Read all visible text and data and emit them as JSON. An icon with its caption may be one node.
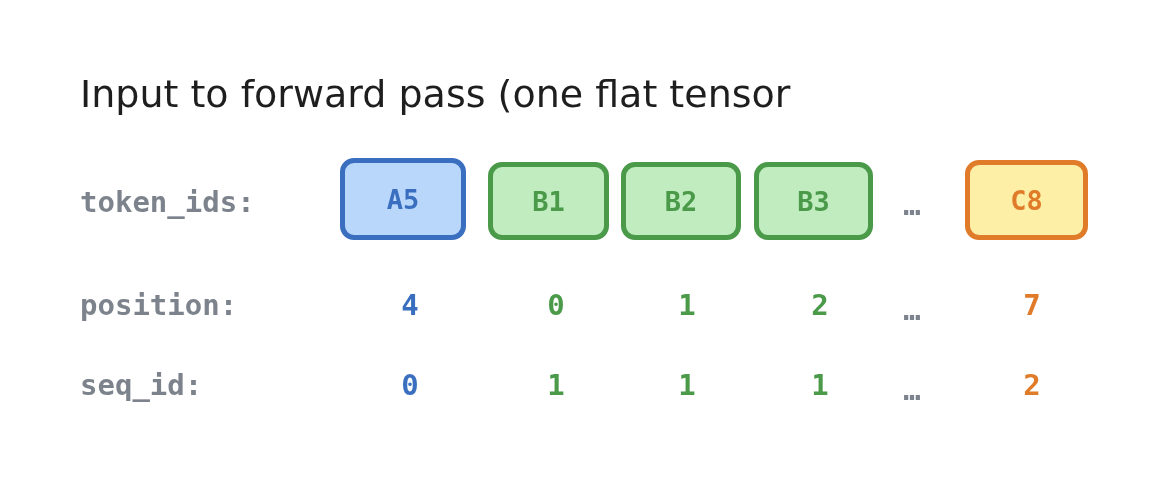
{
  "diagram": {
    "title": "Input to forward pass (one flat tensor",
    "nodes": [
      {
        "text": [
          "A5"
        ]
      },
      {
        "text": [
          "B1"
        ]
      },
      {
        "text": [
          "B2"
        ]
      },
      {
        "text": [
          "B3"
        ]
      },
      {
        "text": [
          "C8"
        ]
      }
    ],
    "labels": [
      "token_ids:",
      "…",
      "position:",
      "4",
      "0",
      "1",
      "2",
      "…",
      "7",
      "seq_id:",
      "0",
      "1",
      "1",
      "1",
      "…",
      "2"
    ]
  }
}
